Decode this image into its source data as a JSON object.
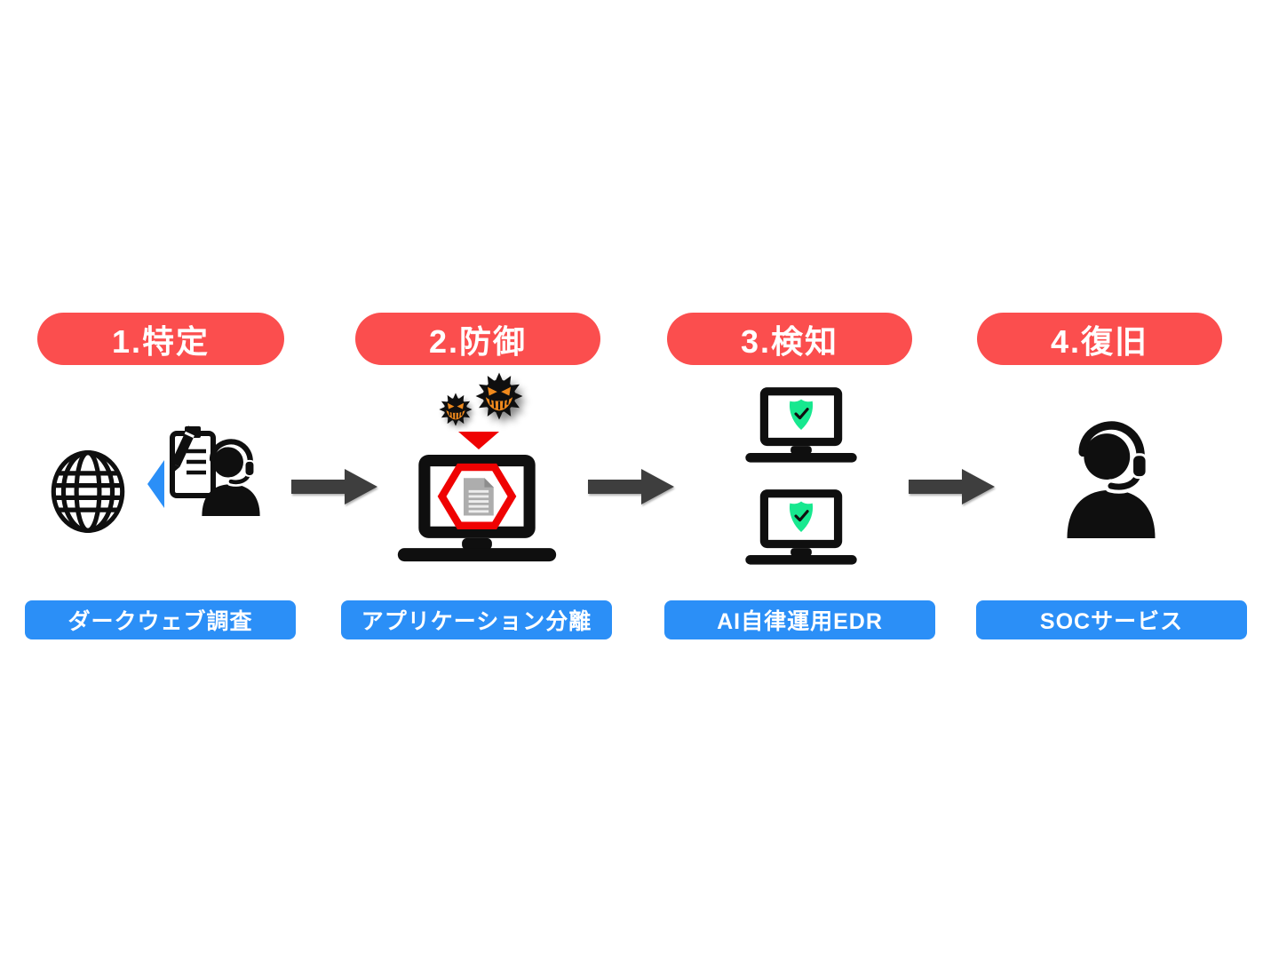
{
  "diagram": {
    "type": "security-process-flow",
    "stages": [
      {
        "badge": "1.特定",
        "label": "ダークウェブ調査",
        "icon_names": [
          "globe-icon",
          "left-triangle-icon",
          "clipboard-pencil-icon",
          "operator-headset-icon"
        ]
      },
      {
        "badge": "2.防御",
        "label": "アプリケーション分離",
        "icon_names": [
          "virus-icon-small",
          "virus-icon-large",
          "attack-down-triangle-icon",
          "laptop-blocked-document-icon"
        ]
      },
      {
        "badge": "3.検知",
        "label": "AI自律運用EDR",
        "icon_names": [
          "laptop-shield-check-icon",
          "laptop-shield-check-icon"
        ]
      },
      {
        "badge": "4.復旧",
        "label": "SOCサービス",
        "icon_names": [
          "operator-headset-icon"
        ]
      }
    ],
    "connectors": [
      "right-arrow",
      "right-arrow",
      "right-arrow"
    ],
    "colors": {
      "badge_red": "#FB4E4E",
      "label_blue": "#2B8FF7",
      "arrow_gray": "#3E3E3E",
      "shield_green": "#17E88F",
      "alert_red": "#EF0202",
      "virus_orange": "#F08A1D",
      "icon_black": "#0F0F0F",
      "doc_gray": "#ADADAD",
      "background": "#FFFFFF"
    }
  }
}
